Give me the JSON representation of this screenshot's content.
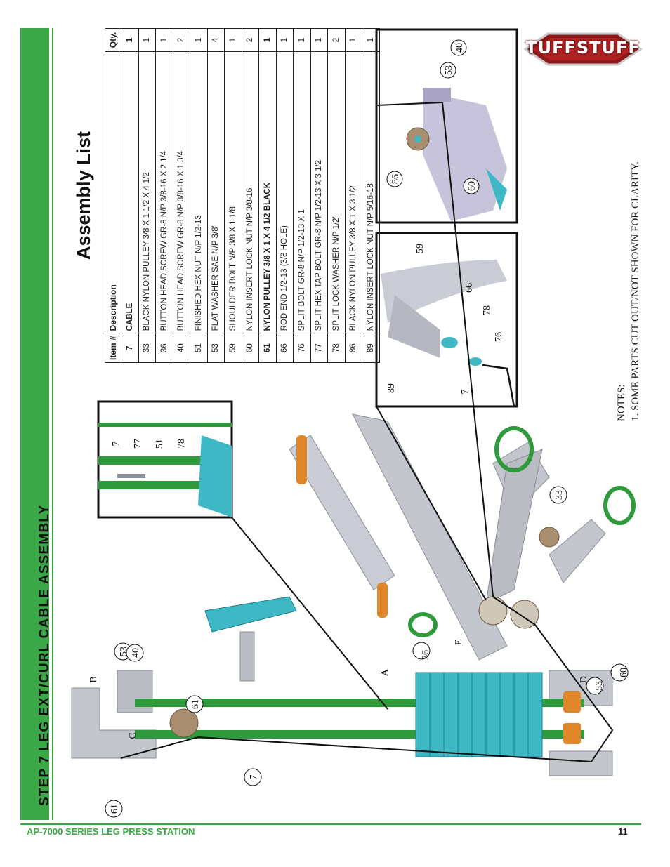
{
  "page": {
    "step_title": "STEP 7 LEG EXT/CURL CABLE ASSEMBLY",
    "footer_left": "AP-7000 SERIES LEG PRESS STATION",
    "page_number": "11"
  },
  "brand": {
    "logo_text": "TUFFSTUFF"
  },
  "assembly": {
    "title": "Assembly List",
    "headers": {
      "item": "Item #",
      "description": "Description",
      "qty": "Qty."
    },
    "rows": [
      {
        "item": "7",
        "description": "CABLE",
        "qty": "1",
        "bold": true
      },
      {
        "item": "33",
        "description": "BLACK NYLON PULLEY 3/8 X 1 1/2 X 4 1/2",
        "qty": "1",
        "bold": false
      },
      {
        "item": "36",
        "description": "BUTTON HEAD SCREW GR-8 N/P 3/8-16 X 2 1/4",
        "qty": "1",
        "bold": false
      },
      {
        "item": "40",
        "description": "BUTTON HEAD SCREW GR-8 N/P 3/8-16 X 1 3/4",
        "qty": "2",
        "bold": false
      },
      {
        "item": "51",
        "description": "FINISHED HEX NUT N/P 1/2-13",
        "qty": "1",
        "bold": false
      },
      {
        "item": "53",
        "description": "FLAT WASHER SAE N/P 3/8”",
        "qty": "4",
        "bold": false
      },
      {
        "item": "59",
        "description": "SHOULDER BOLT N/P 3/8 X 1 1/8",
        "qty": "1",
        "bold": false
      },
      {
        "item": "60",
        "description": "NYLON INSERT LOCK NUT N/P 3/8-16",
        "qty": "2",
        "bold": false
      },
      {
        "item": "61",
        "description": "NYLON PULLEY 3/8 X 1 X 4 1/2 BLACK",
        "qty": "1",
        "bold": true
      },
      {
        "item": "66",
        "description": "ROD END 1/2-13 (3/8 HOLE)",
        "qty": "1",
        "bold": false
      },
      {
        "item": "76",
        "description": "SPLIT BOLT GR-8 N/P 1/2-13 X 1",
        "qty": "1",
        "bold": false
      },
      {
        "item": "77",
        "description": "SPLIT HEX TAP BOLT GR-8 N/P 1/2-13 X 3 1/2",
        "qty": "1",
        "bold": false
      },
      {
        "item": "78",
        "description": "SPLIT LOCK WASHER N/P 1/2”",
        "qty": "2",
        "bold": false
      },
      {
        "item": "86",
        "description": "BLACK NYLON PULLEY 3/8 X 1 X 3 1/2",
        "qty": "1",
        "bold": false
      },
      {
        "item": "89",
        "description": "NYLON INSERT LOCK NUT N/P 5/16-18",
        "qty": "1",
        "bold": false
      }
    ]
  },
  "notes": {
    "heading": "NOTES:",
    "lines": [
      "1. SOME PARTS CUT OUT/NOT SHOWN FOR CLARITY."
    ]
  },
  "callouts": {
    "main": [
      "61",
      "53",
      "40",
      "61",
      "B",
      "A",
      "36",
      "E",
      "53",
      "60",
      "D",
      "C",
      "7",
      "33"
    ],
    "detail_left": [
      "7",
      "77",
      "51",
      "78"
    ],
    "detail_mid": [
      "59",
      "66",
      "78",
      "76",
      "89",
      "7"
    ],
    "detail_right": [
      "40",
      "53",
      "86",
      "60"
    ]
  },
  "colors": {
    "accent_green": "#3aa846",
    "stack_teal": "#3fb8c6",
    "frame_gray": "#b9bcc2",
    "rod_green": "#2f9a3c",
    "pad_orange": "#e0862a"
  }
}
